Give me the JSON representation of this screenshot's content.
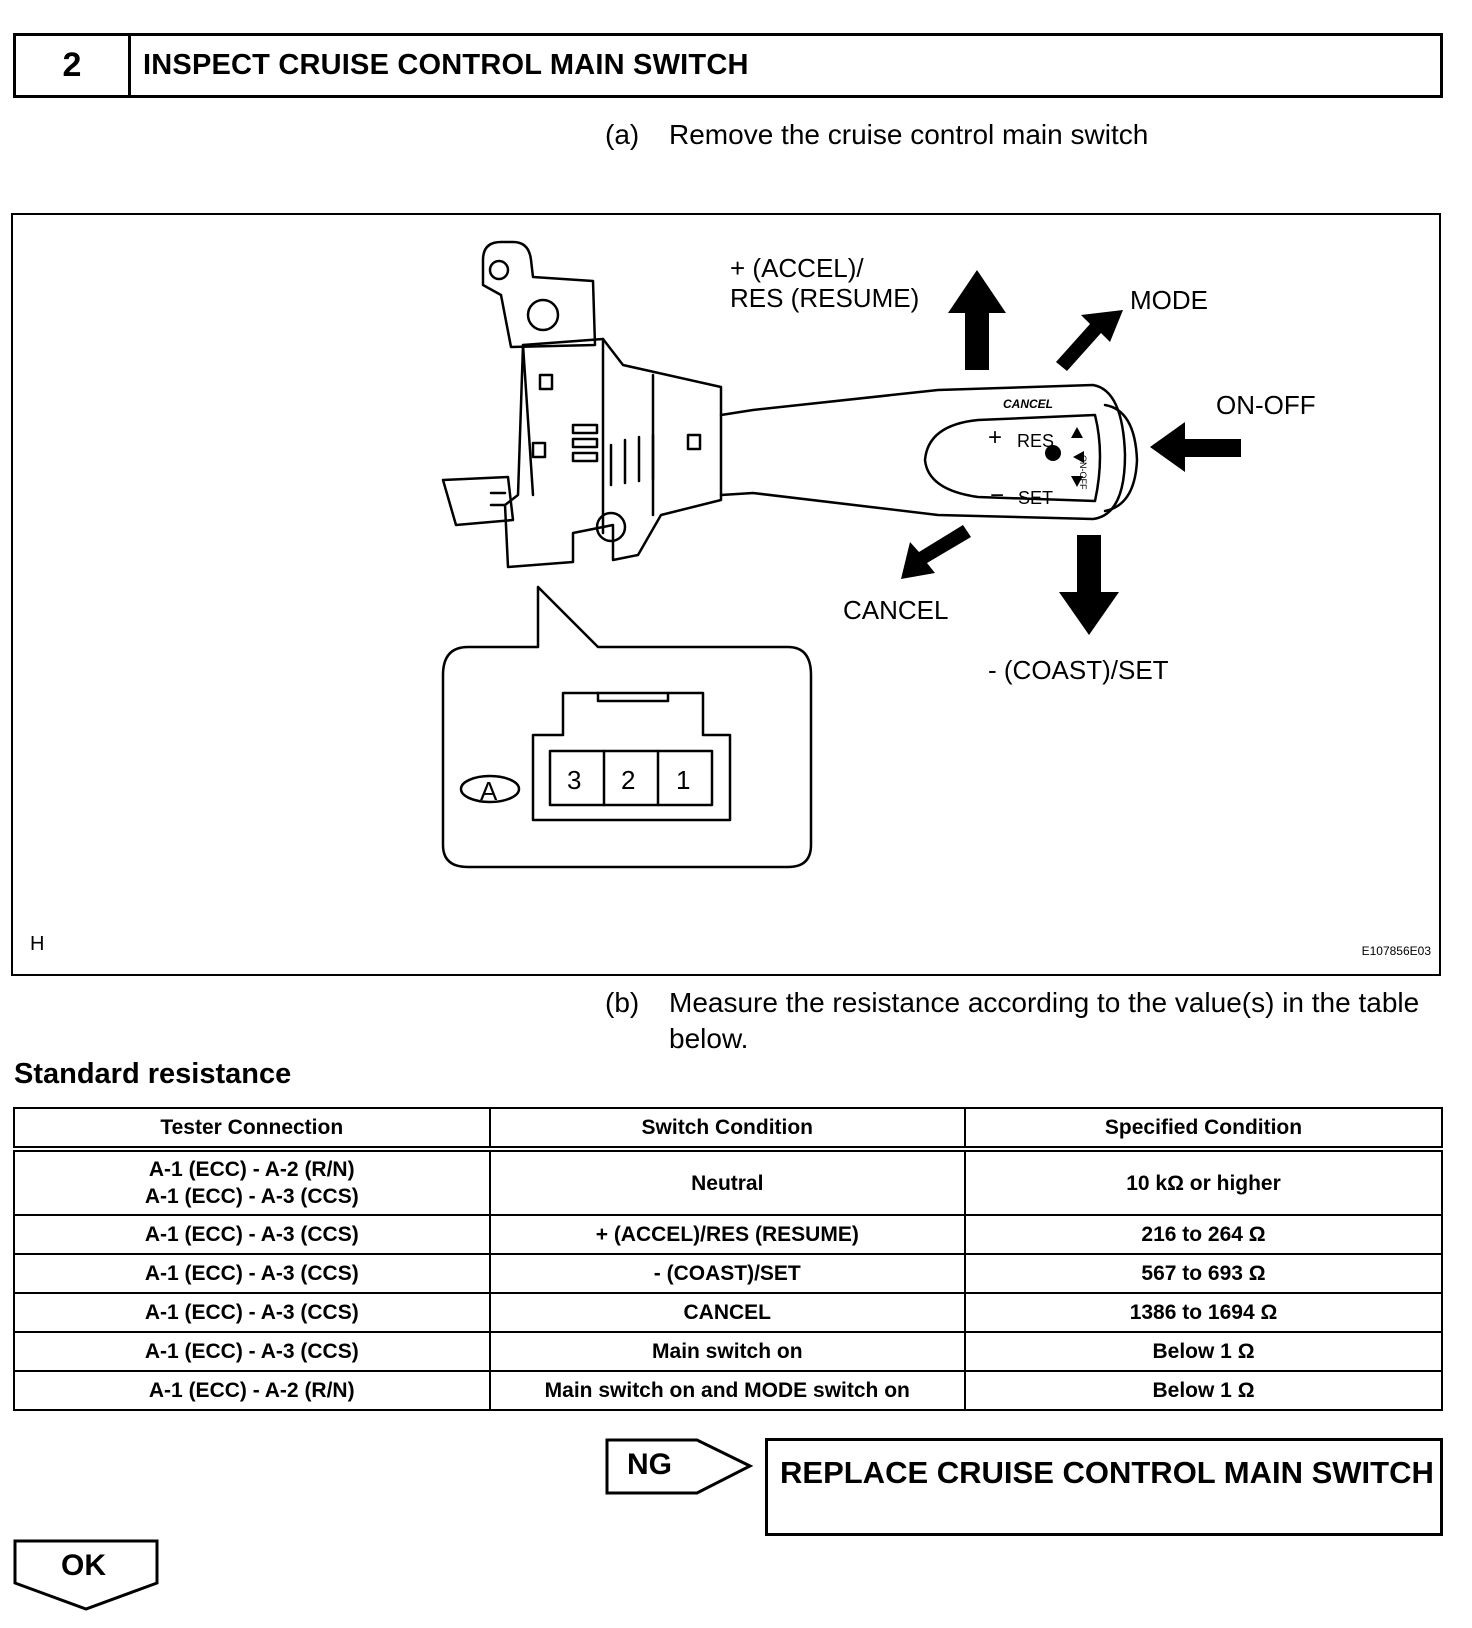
{
  "step": {
    "number": "2",
    "title": "INSPECT CRUISE CONTROL MAIN SWITCH"
  },
  "instructions": [
    {
      "mark": "(a)",
      "text": "Remove the cruise control main switch"
    },
    {
      "mark": "(b)",
      "text": "Measure the resistance according to the value(s) in the table below."
    }
  ],
  "figure": {
    "labels": {
      "accel": "+ (ACCEL)/\nRES (RESUME)",
      "mode": "MODE",
      "on_off": "ON-OFF",
      "cancel": "CANCEL",
      "coast": "- (COAST)/SET"
    },
    "lever_markings": {
      "cancel": "CANCEL",
      "res": "RES",
      "set": "SET",
      "plus": "+",
      "minus": "−",
      "on_off": "ON-OFF"
    },
    "connector": {
      "name": "A",
      "pins": [
        "3",
        "2",
        "1"
      ]
    },
    "corner_left": "H",
    "corner_right": "E107856E03"
  },
  "standard_title": "Standard resistance",
  "table": {
    "headers": [
      "Tester Connection",
      "Switch Condition",
      "Specified Condition"
    ],
    "rows": [
      [
        "A-1 (ECC) - A-2 (R/N)\nA-1 (ECC) - A-3 (CCS)",
        "Neutral",
        "10 kΩ or higher"
      ],
      [
        "A-1 (ECC) - A-3 (CCS)",
        "+ (ACCEL)/RES (RESUME)",
        "216 to 264 Ω"
      ],
      [
        "A-1 (ECC) - A-3 (CCS)",
        "- (COAST)/SET",
        "567 to 693 Ω"
      ],
      [
        "A-1 (ECC) - A-3 (CCS)",
        "CANCEL",
        "1386 to 1694 Ω"
      ],
      [
        "A-1 (ECC) - A-3 (CCS)",
        "Main switch on",
        "Below 1 Ω"
      ],
      [
        "A-1 (ECC) - A-2 (R/N)",
        "Main switch on and MODE switch on",
        "Below 1 Ω"
      ]
    ]
  },
  "ng": {
    "label": "NG",
    "action": "REPLACE CRUISE CONTROL MAIN SWITCH"
  },
  "ok": {
    "label": "OK"
  }
}
